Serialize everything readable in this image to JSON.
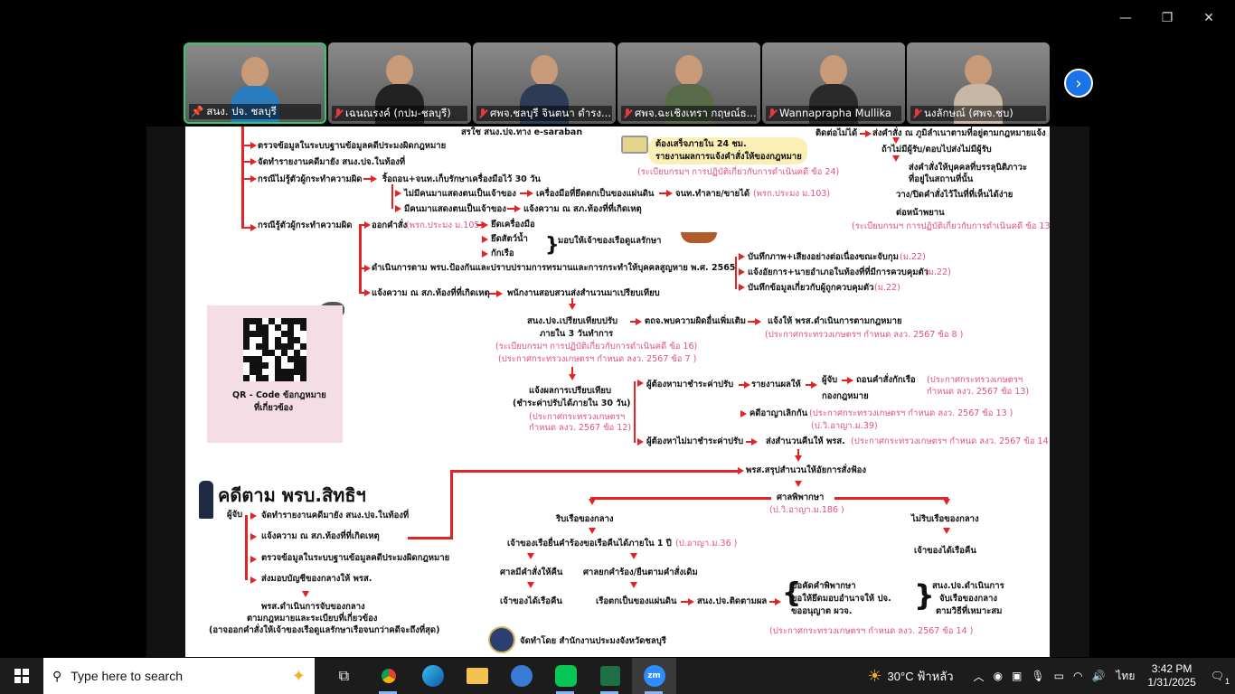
{
  "window": {
    "minimize": "—",
    "maximize": "❐",
    "close": "✕"
  },
  "participants": [
    {
      "name": "สนง. ปจ. ชลบุรี",
      "active": true,
      "shirt": "#2b7bbf"
    },
    {
      "name": "เฉนณรงค์ (กปม-ชลบุรี)",
      "active": false,
      "shirt": "#222"
    },
    {
      "name": "ศพจ.ชลบุรี จินตนา ดำรง...",
      "active": false,
      "shirt": "#2d3b55"
    },
    {
      "name": "ศพจ.ฉะเชิงเทรา กฤษณ์ธ...",
      "active": false,
      "shirt": "#5a6b4a"
    },
    {
      "name": "Wannaprapha Mullika",
      "active": false,
      "shirt": "#2a2a2a"
    },
    {
      "name": "นงลักษณ์ (ศพจ.ชบ)",
      "active": false,
      "shirt": "#c9b7a5"
    }
  ],
  "doc": {
    "top_left": "สรใช สนง.ปจ.ทาง e-saraban",
    "l1": "ตรวจข้อมูลในระบบฐานข้อมูลคดีประมงผิดกฎหมาย",
    "l2": "จัดทำรายงานคดีมายัง สนง.ปจ.ในท้องที่",
    "l3": "กรณีไม่รู้ตัวผู้กระทำความผิด",
    "l3a": "ริ้อถอน+จนท.เก็บรักษาเครื่องมือไว้ 30 วัน",
    "l3b": "ไม่มีคนมาแสดงตนเป็นเจ้าของ",
    "l3b2": "เครื่องมือที่ยึดตกเป็นของแผ่นดิน",
    "l3b3": "จนท.ทำลาย/ขายได้",
    "l3b4": "(พรก.ประมง ม.103)",
    "l3c": "มีคนมาแสดงตนเป็นเจ้าของ",
    "l3c2": "แจ้งความ ณ สภ.ท้องที่ที่เกิดเหตุ",
    "l4": "กรณีรู้ตัวผู้กระทำความผิด",
    "l4a": "ออกคำสั่ง",
    "l4a2": "(พรก.ประมง ม.105)",
    "l4b1": "ยึดเครื่องมือ",
    "l4b2": "ยึดสัตว์น้ำ",
    "l4b3": "กักเรือ",
    "l4c": "มอบให้เจ้าของเรือดูแลรักษา",
    "l5": "ดำเนินการตาม พรบ.ป้องกันและปราบปรามการทรมานและการกระทำให้บุคคลสูญหาย พ.ศ. 2565",
    "l5a": "บันทึกภาพ+เสียงอย่างต่อเนื่องขณะจับกุม",
    "l5a2": "(ม.22)",
    "l5b": "แจ้งอัยการ+นายอำเภอในท้องที่ที่มีการควบคุมตัว",
    "l5b2": "(ม.22)",
    "l5c": "บันทึกข้อมูลเกี่ยวกับผู้ถูกควบคุมตัว",
    "l5c2": "(ม.22)",
    "l6": "แจ้งความ ณ สภ.ท้องที่ที่เกิดเหตุ",
    "l6a": "พนักงานสอบสวนส่งสำนวนมาเปรียบเทียบ",
    "right1": "ติดต่อไม่ได้",
    "right1a": "ส่งคำสั่ง ณ ภูมิลำเนาตามที่อยู่ตามกฎหมายแจ้ง",
    "right1b": "ถ้าไม่มีผู้รับ/ตอบไปส่งไม่มีผู้รับ",
    "right1c": "ส่งคำสั่งให้บุคคลที่บรรลุนิติภาวะ",
    "right1c2": "ที่อยู่ในสถานที่นั้น",
    "right1d": "วาง/ปิดคำสั่งไว้ในที่ที่เห็นได้ง่าย",
    "right1d2": "ต่อหน้าพยาน",
    "right_ref": "(ระเบียบกรมฯ การปฏิบัติเกี่ยวกับการดำเนินคดี ข้อ 13)",
    "yellow1": "ต้องเสร็จภายใน 24 ชม.",
    "yellow2": "รายงานผลการแจ้งคำสั่งให้ของกฎหมาย",
    "yellow_ref": "(ระเบียบกรมฯ การปฏิบัติเกี่ยวกับการดำเนินคดี ข้อ 24)",
    "m1": "สนง.ปจ.เปรียบเทียบปรับ",
    "m1b": "ภายใน 3 วันทำการ",
    "m1c": "ตถจ.พบความผิดอื่นเพิ่มเติม",
    "m1d": "แจ้งให้ พรส.ดำเนินการตามกฎหมาย",
    "m1d_ref": "(ประกาศกระทรวงเกษตรฯ กำหนด ลงว. 2567 ข้อ 8 )",
    "m1_ref1": "(ระเบียบกรมฯ การปฏิบัติเกี่ยวกับการดำเนินคดี ข้อ 16)",
    "m1_ref2": "(ประกาศกระทรวงเกษตรฯ กำหนด ลงว. 2567 ข้อ 7 )",
    "m2": "แจ้งผลการเปรียบเทียบ",
    "m2b": "(ชำระค่าปรับได้ภายใน 30 วัน)",
    "m2_ref1": "(ประกาศกระทรวงเกษตรฯ",
    "m2_ref2": "กำหนด ลงว. 2567 ข้อ 12)",
    "m3": "ผู้ต้องหามาชำระค่าปรับ",
    "m3a": "รายงานผลให้",
    "m3b": "ผู้จับ",
    "m3c": "ถอนคำสั่งกักเรือ",
    "m3c_ref": "(ประกาศกระทรวงเกษตรฯ",
    "m3c_ref2": "กำหนด ลงว. 2567 ข้อ 13)",
    "m3d": "กองกฎหมาย",
    "m4": "คดีอาญาเลิกกัน",
    "m4_ref": "(ประกาศกระทรวงเกษตรฯ กำหนด ลงว. 2567 ข้อ 13 )",
    "m4_ref2": "(ป.วิ.อาญา.ม.39)",
    "m5": "ผู้ต้องหาไม่มาชำระค่าปรับ",
    "m5a": "ส่งสำนวนคืนให้ พรส.",
    "m5a_ref": "(ประกาศกระทรวงเกษตรฯ กำหนด ลงว. 2567 ข้อ 14 )",
    "m6": "พรส.สรุปสำนวนให้อัยการสั่งฟ้อง",
    "qr_label1": "QR - Code ข้อกฎหมาย",
    "qr_label2": "ที่เกี่ยวข้อง",
    "bottom_title": "คดีตาม พรบ.สิทธิฯ",
    "b0": "ผู้จับ",
    "b1": "จัดทำรายงานคดีมายัง สนง.ปจ.ในท้องที่",
    "b2": "แจ้งความ ณ สภ.ท้องที่ที่เกิดเหตุ",
    "b3": "ตรวจข้อมูลในระบบฐานข้อมูลคดีประมงผิดกฎหมาย",
    "b4": "ส่งมอบบัญชีของกลางให้ พรส.",
    "b5": "พรส.ดำเนินการจับของกลาง",
    "b5b": "ตามกฎหมายและระเบียบที่เกี่ยวข้อง",
    "b5c": "(อาจออกคำสั่งให้เจ้าของเรือดูแลรักษาเรือจนกว่าคดีจะถึงที่สุด)",
    "c1": "ศาลพิพากษา",
    "c1_ref": "(ป.วิ.อาญา.ม.186 )",
    "c2": "ริบเรือของกลาง",
    "c3": "ไม่ริบเรือของกลาง",
    "c3b": "เจ้าของได้เรือคืน",
    "c4": "เจ้าของเรือยื่นคำร้องขอเรือคืนได้ภายใน 1 ปี",
    "c4_ref": "(ป.อาญา.ม.36 )",
    "c5": "ศาลมีคำสั่งให้คืน",
    "c5b": "เจ้าของได้เรือคืน",
    "c6": "ศาลยกคำร้อง/ยืนตามคำสั่งเดิม",
    "c6b": "เรือตกเป็นของแผ่นดิน",
    "c7": "สนง.ปจ.ติดตามผล",
    "c8a": "ขอคัดคำพิพากษา",
    "c8b": "ขอให้ยึดมอบอำนาจให้ ปจ.",
    "c8c": "ขออนุญาต ผวจ.",
    "c8_ref": "(ประกาศกระทรวงเกษตรฯ กำหนด ลงว. 2567 ข้อ 14 )",
    "c9a": "สนง.ปจ.ดำเนินการ",
    "c9b": "จับเรือของกลาง",
    "c9c": "ตามวิธีที่เหมาะสม",
    "footer": "จัดทำโดย สำนักงานประมงจังหวัดชลบุรี"
  },
  "taskbar": {
    "search_placeholder": "Type here to search",
    "weather": "30°C ฟ้าหลัว",
    "lang": "ไทย",
    "time": "3:42 PM",
    "date": "1/31/2025",
    "notif_count": "1"
  }
}
